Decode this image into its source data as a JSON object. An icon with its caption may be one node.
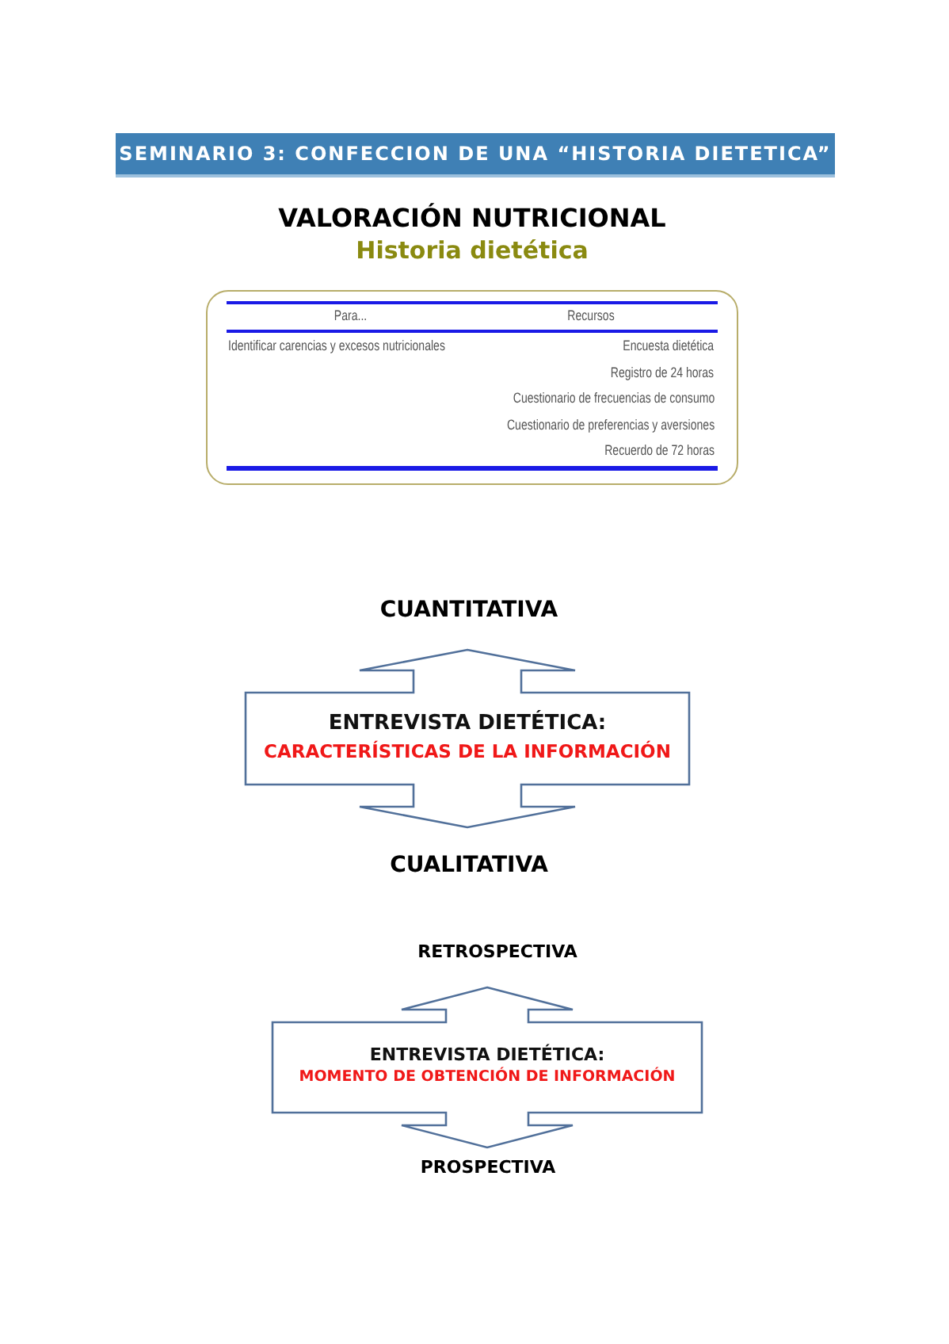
{
  "diagram": {
    "title": "SEMINARIO 3: CONFECCION DE UNA “HISTORIA DIETETICA”",
    "nodes": [
      {
        "text": [
          "Para...",
          "Recursos",
          "Identificar carencias y excesos nutricionales",
          "Encuesta dietética",
          "Registro de 24 horas",
          "Cuestionario de frecuencias de consumo",
          "Cuestionario de preferencias y aversiones",
          "Recuerdo de 72 horas"
        ]
      },
      {
        "text": [
          "ENTREVISTA DIETÉTICA:",
          "CARACTERÍSTICAS DE LA INFORMACIÓN"
        ]
      },
      {
        "text": [
          "ENTREVISTA DIETÉTICA:",
          "MOMENTO DE OBTENCIÓN DE INFORMACIÓN"
        ]
      }
    ],
    "labels": [
      "VALORACIÓN NUTRICIONAL",
      "Historia dietética",
      "CUANTITATIVA",
      "CUALITATIVA",
      "RETROSPECTIVA",
      "PROSPECTIVA"
    ]
  }
}
